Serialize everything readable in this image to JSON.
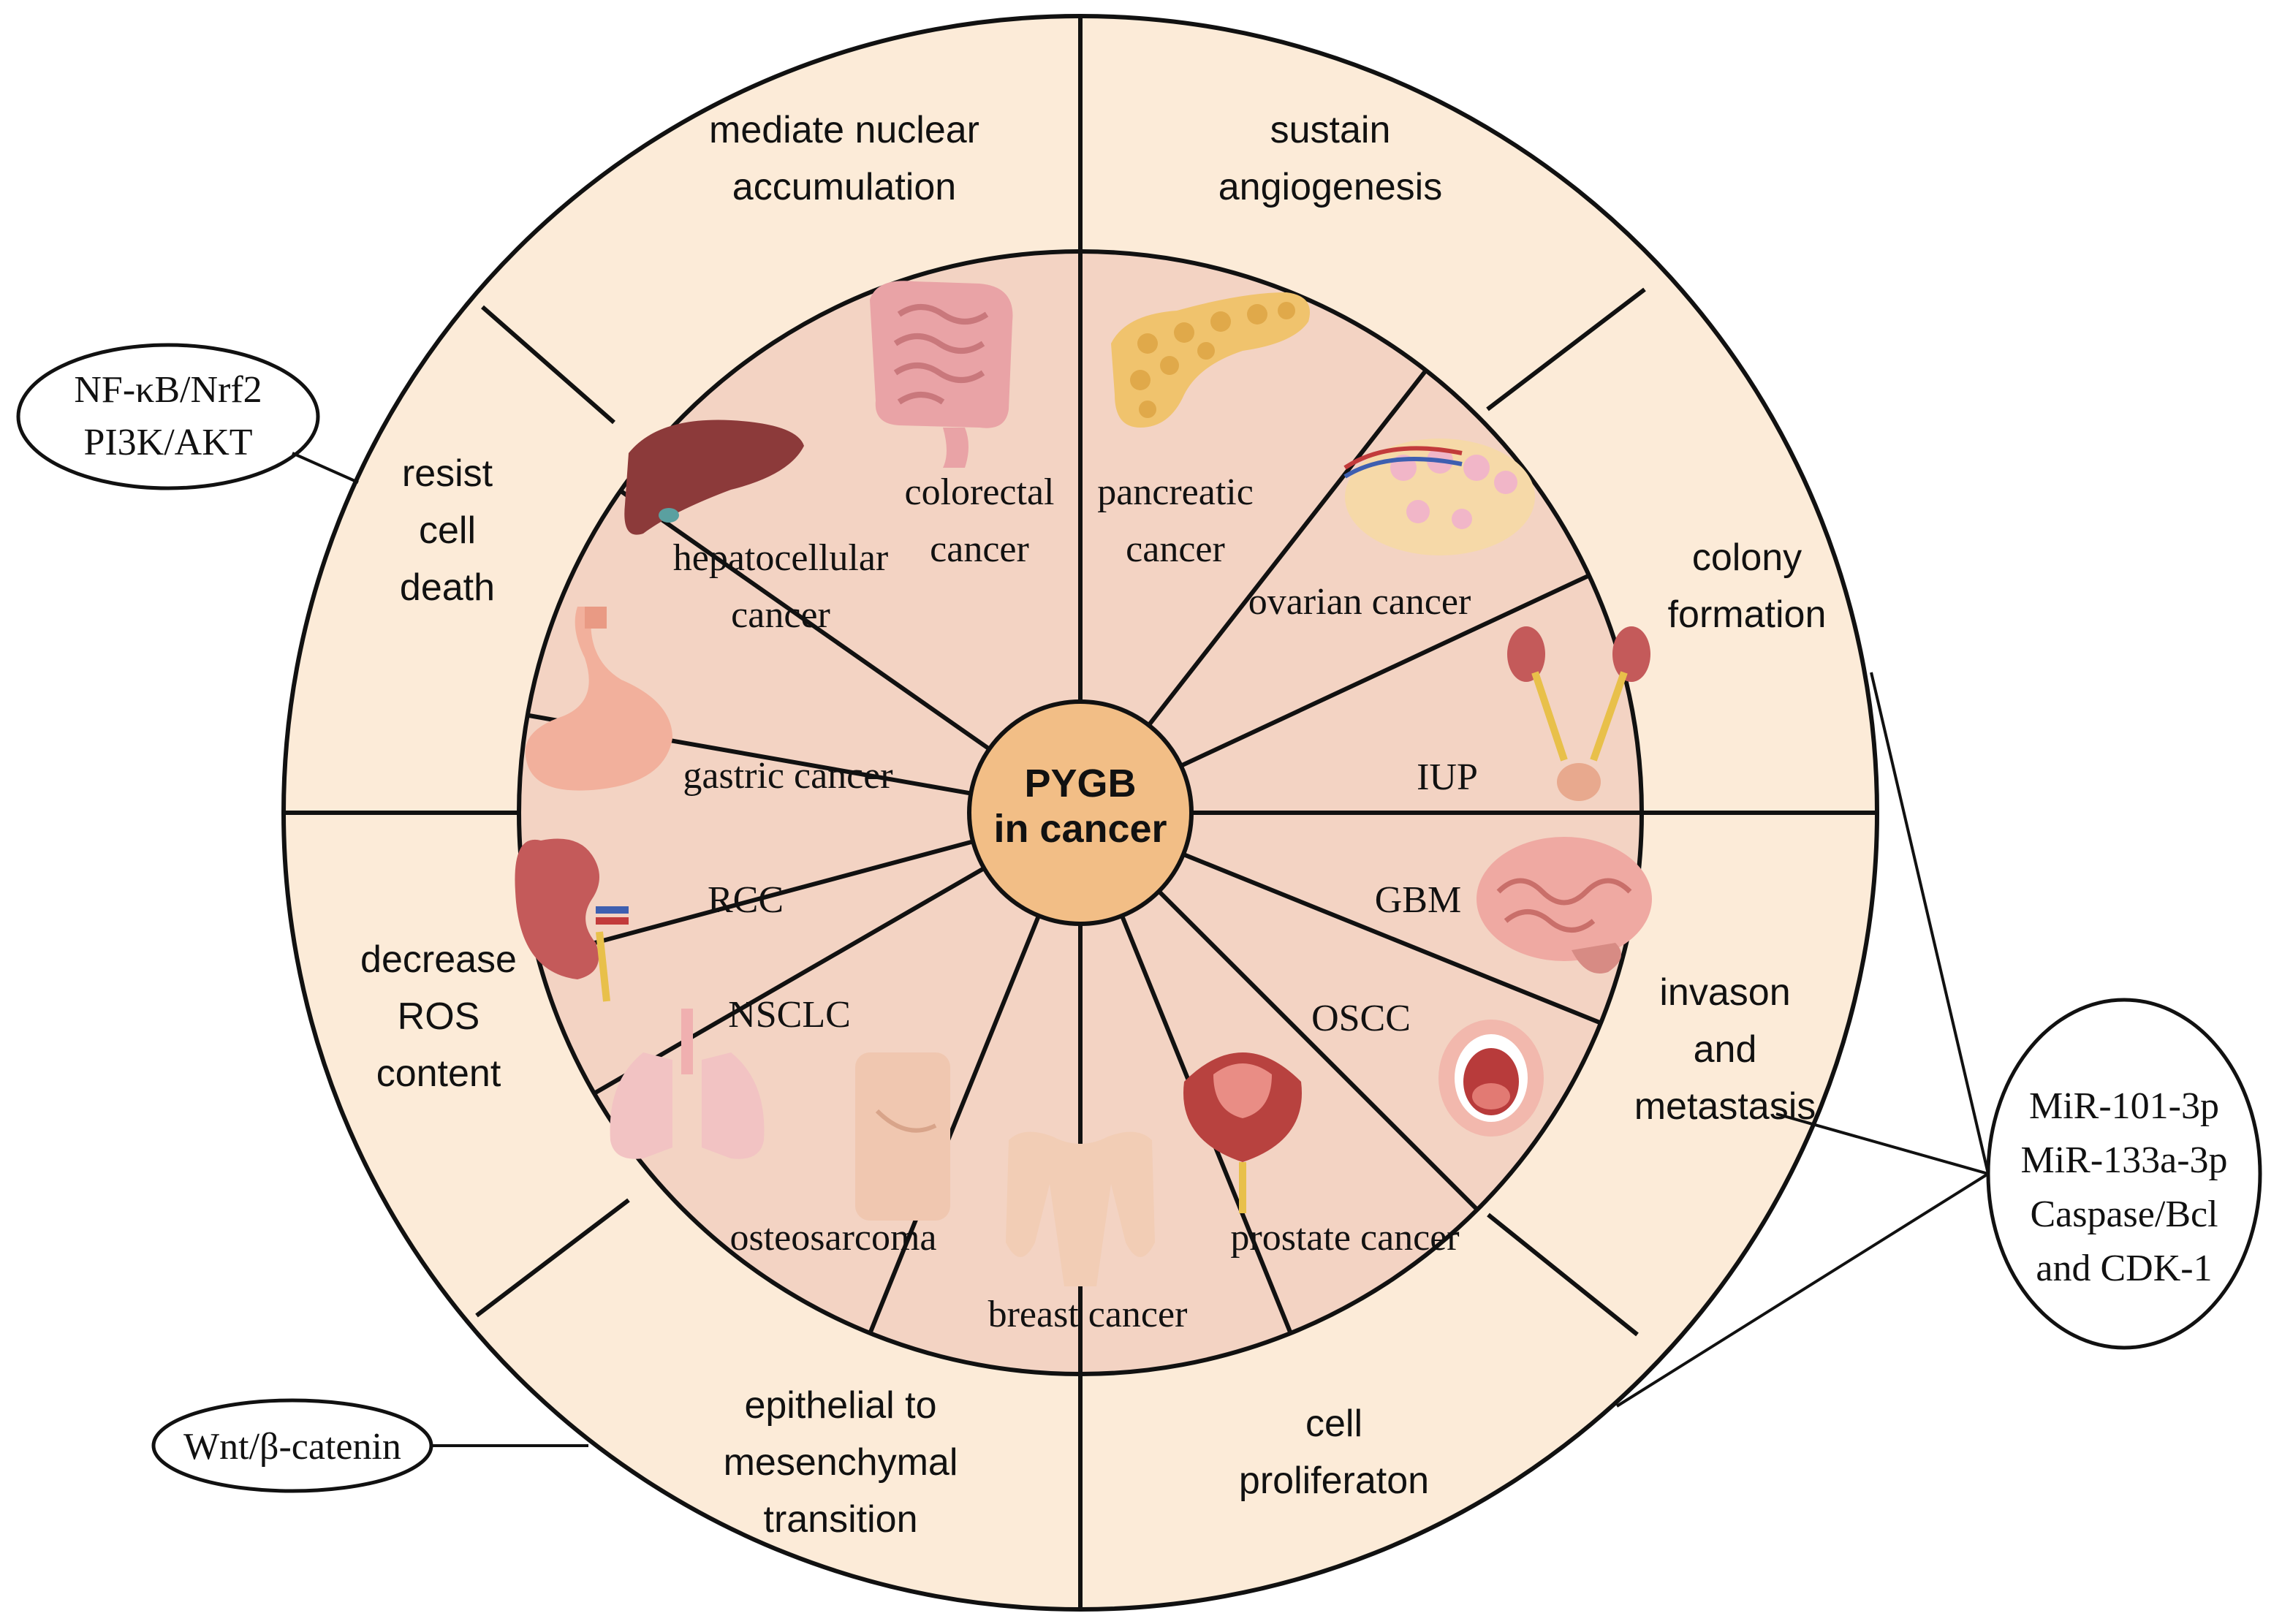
{
  "center": {
    "line1": "PYGB",
    "line2": "in cancer"
  },
  "hallmarks": [
    {
      "lines": [
        "mediate nuclear",
        "accumulation"
      ]
    },
    {
      "lines": [
        "sustain",
        "angiogenesis"
      ]
    },
    {
      "lines": [
        "colony",
        "formation"
      ]
    },
    {
      "lines": [
        "invason",
        "and",
        "metastasis"
      ]
    },
    {
      "lines": [
        "cell",
        "proliferaton"
      ]
    },
    {
      "lines": [
        "epithelial to",
        "mesenchymal",
        "transition"
      ]
    },
    {
      "lines": [
        "decrease",
        "ROS",
        "content"
      ]
    },
    {
      "lines": [
        "resist",
        "cell",
        "death"
      ]
    }
  ],
  "cancers": [
    {
      "lines": [
        "colorectal",
        "cancer"
      ],
      "icon": "intestine-icon"
    },
    {
      "lines": [
        "pancreatic",
        "cancer"
      ],
      "icon": "pancreas-icon"
    },
    {
      "lines": [
        "ovarian cancer"
      ],
      "icon": "ovary-icon"
    },
    {
      "lines": [
        "IUP"
      ],
      "icon": "urinary-tract-icon"
    },
    {
      "lines": [
        "GBM"
      ],
      "icon": "brain-icon"
    },
    {
      "lines": [
        "OSCC"
      ],
      "icon": "open-mouth-icon"
    },
    {
      "lines": [
        "prostate cancer"
      ],
      "icon": "prostate-icon"
    },
    {
      "lines": [
        "breast cancer"
      ],
      "icon": "torso-icon"
    },
    {
      "lines": [
        "osteosarcoma"
      ],
      "icon": "knee-icon"
    },
    {
      "lines": [
        "NSCLC"
      ],
      "icon": "lungs-icon"
    },
    {
      "lines": [
        "RCC"
      ],
      "icon": "kidney-icon"
    },
    {
      "lines": [
        "gastric cancer"
      ],
      "icon": "stomach-icon"
    },
    {
      "lines": [
        "hepatocellular",
        "cancer"
      ],
      "icon": "liver-icon"
    }
  ],
  "pathways": {
    "left_top": [
      "NF-κB/Nrf2",
      "PI3K/AKT"
    ],
    "left_bottom": [
      "Wnt/β-catenin"
    ],
    "right": [
      "MiR-101-3p",
      "MiR-133a-3p",
      "Caspase/Bcl",
      "and CDK-1"
    ]
  },
  "colors": {
    "outer_ring": "#fcebd8",
    "inner_ring": "#f3d3c3",
    "center": "#f2be86",
    "stroke": "#111111"
  }
}
